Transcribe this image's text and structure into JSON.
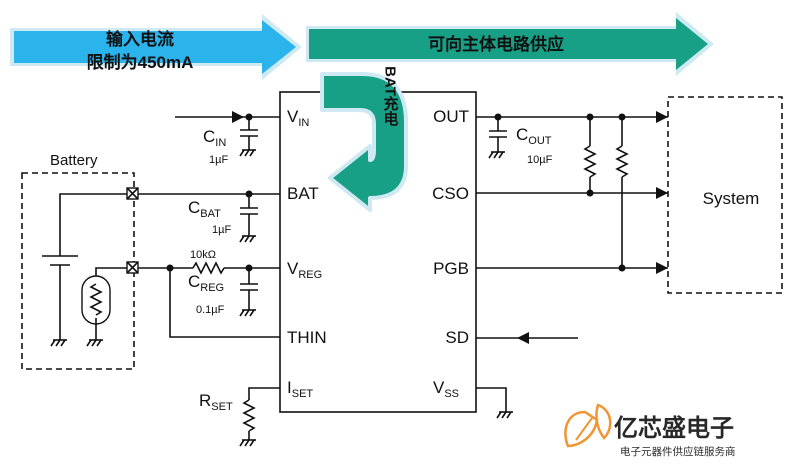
{
  "banners": {
    "input_line1": "输入电流",
    "input_line2": "限制为450mA",
    "output": "可向主体电路供应",
    "bat_charge": "BAT充电",
    "colors": {
      "input": "#2bb3ec",
      "output": "#18a086",
      "arrow_border": "#cfe9f3"
    }
  },
  "ic_pins": {
    "vin": {
      "main": "V",
      "sub": "IN"
    },
    "bat": "BAT",
    "vreg": {
      "main": "V",
      "sub": "REG"
    },
    "thin": "THIN",
    "iset": {
      "main": "I",
      "sub": "SET"
    },
    "out": "OUT",
    "cso": "CSO",
    "pgb": "PGB",
    "sd": "SD",
    "vss": {
      "main": "V",
      "sub": "SS"
    }
  },
  "components": {
    "cin": {
      "main": "C",
      "sub": "IN",
      "value": "1µF"
    },
    "cbat": {
      "main": "C",
      "sub": "BAT",
      "value": "1µF"
    },
    "creg": {
      "main": "C",
      "sub": "REG",
      "value": "0.1µF"
    },
    "resistor": "10kΩ",
    "rset": {
      "main": "R",
      "sub": "SET"
    },
    "cout": {
      "main": "C",
      "sub": "OUT",
      "value": "10µF"
    }
  },
  "blocks": {
    "battery": "Battery",
    "system": "System"
  },
  "watermark": {
    "brand": "亿芯盛电子",
    "tagline": "电子元器件供应链服务商",
    "color": "#f08a1c"
  }
}
